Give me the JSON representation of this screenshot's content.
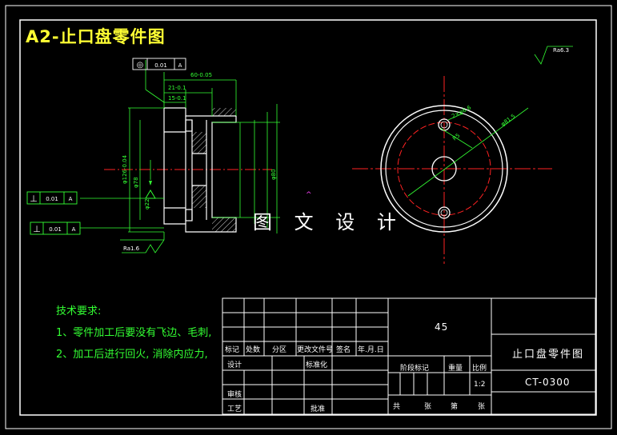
{
  "title": "A2-止口盘零件图",
  "watermark": "图 文 设 计",
  "notes": {
    "heading": "技术要求:",
    "items": [
      "1、零件加工后要没有飞边、毛刺,",
      "2、加工后进行回火, 消除内应力,"
    ]
  },
  "roughness": {
    "top_right": "Ra6.3",
    "bottom_left": "Ra1.6"
  },
  "gdt": {
    "circ_frame": [
      "◎",
      "0.01",
      "A"
    ],
    "perp_frame_1": [
      "⊥",
      "0.01",
      "A"
    ],
    "perp_frame_2": [
      "⊥",
      "0.01",
      "A"
    ]
  },
  "dims": {
    "top_1": "60-0.05",
    "top_2": "21-0.1",
    "top_3": "15-0.1",
    "left_1": "φ126-0.04",
    "left_2": "φ78",
    "left_3": "φ22",
    "right_1": "φ80",
    "circle_1": "2×φ6.6",
    "circle_2": "φ81.5",
    "circle_3": "R5"
  },
  "title_block": {
    "material": "45",
    "part_name": "止口盘零件图",
    "drawing_no": "CT-0300",
    "rev_row": [
      "标记",
      "处数",
      "分区",
      "更改文件号",
      "签名",
      "年.月.日"
    ],
    "design": "设计",
    "standard": "标准化",
    "review": "审核",
    "process": "工艺",
    "approve": "批准",
    "stage_mark": "阶段标记",
    "weight": "重量",
    "scale": "比例",
    "scale_value": "1:2",
    "sheets": [
      "共",
      "张",
      "第",
      "张"
    ]
  },
  "colors": {
    "border": "#ffffff",
    "part_outline": "#ffffff",
    "dimension": "#33ff33",
    "center_line": "#ff2222",
    "hatch": "#ffffff",
    "title": "#ffff33"
  }
}
